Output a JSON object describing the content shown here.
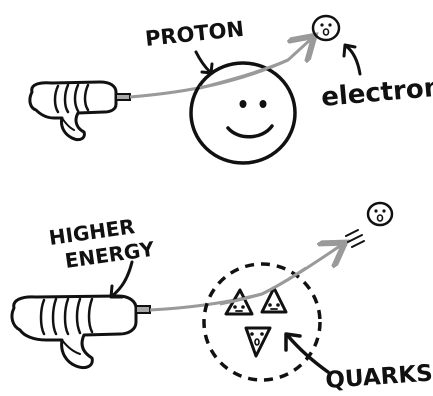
{
  "labels": {
    "proton": "PROTON",
    "electron": "electron",
    "higher_energy_line1": "HIGHER",
    "higher_energy_line2": "ENERGY",
    "quarks": "QUARKS"
  },
  "colors": {
    "ink": "#111111",
    "gun_fill": "#a8a8a8",
    "beam": "#9a9a9a",
    "background": "#ffffff"
  },
  "icons": [
    "ray-gun-icon",
    "proton-smiley-icon",
    "electron-icon",
    "quark-icon"
  ]
}
